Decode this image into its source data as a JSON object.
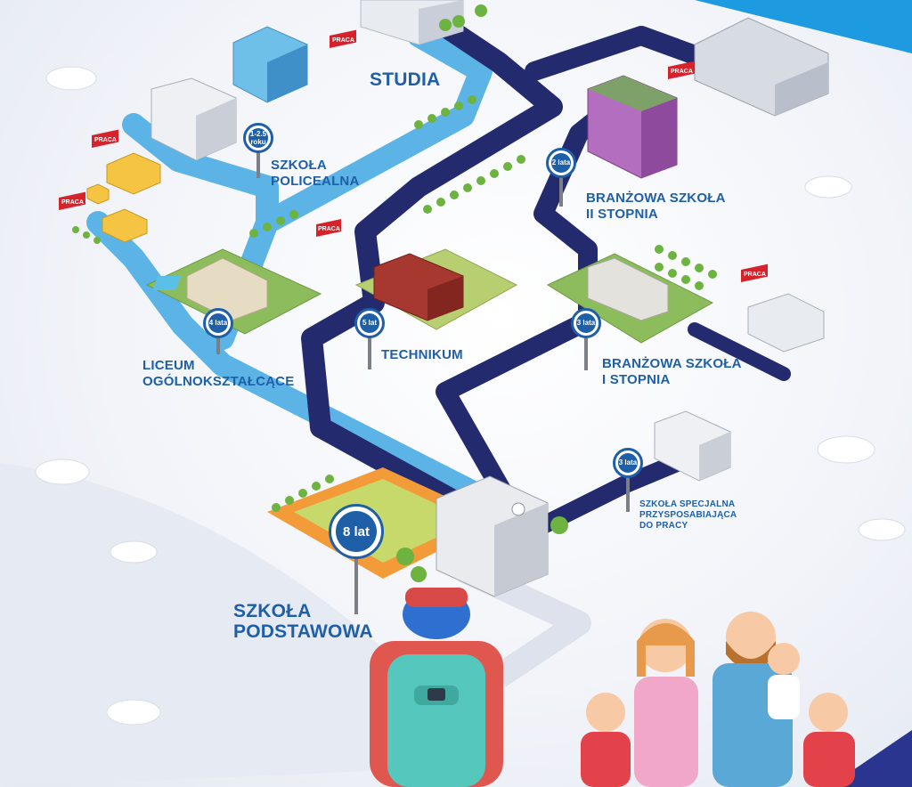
{
  "labels": {
    "studia": "STUDIA",
    "szkola_policealna": [
      "SZKOŁA",
      "POLICEALNA"
    ],
    "branzowa_2": [
      "BRANŻOWA SZKOŁA",
      "II STOPNIA"
    ],
    "liceum": [
      "LICEUM",
      "OGÓLNOKSZTAŁCĄCE"
    ],
    "technikum": "TECHNIKUM",
    "branzowa_1": [
      "BRANŻOWA SZKOŁA",
      "I STOPNIA"
    ],
    "szkola_specjalna": [
      "SZKOŁA SPECJALNA",
      "PRZYSPOSABIAJĄCA",
      "DO PRACY"
    ],
    "szkola_podstawowa": [
      "SZKOŁA",
      "PODSTAWOWA"
    ]
  },
  "signs": {
    "policealna": "1-2.5 roku",
    "branzowa_2": "2 lata",
    "liceum": "4 lata",
    "technikum": "5 lat",
    "branzowa_1": "3 lata",
    "specjalna": "3 lata",
    "podstawowa": "8 lat"
  },
  "praca_sign": "PRACA",
  "colors": {
    "light_path": "#5bb4e5",
    "dark_path": "#242a6e",
    "label": "#1f5fa8",
    "praca": "#d6222b"
  }
}
